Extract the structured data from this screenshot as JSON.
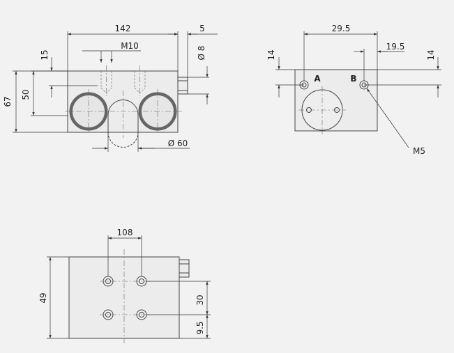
{
  "dimensions": {
    "front_width": "142",
    "front_offset_right": "5",
    "thread_label": "M10",
    "depth_15": "15",
    "diameter_8": "Ø 8",
    "height_67": "67",
    "height_50": "50",
    "diameter_60": "Ø 60",
    "side_width": "29.5",
    "side_offset": "19.5",
    "side_height_left": "14",
    "side_height_right": "14",
    "port_a": "A",
    "port_b": "B",
    "port_thread": "M5",
    "top_spacing": "108",
    "top_height": "49",
    "top_spacing_30": "30",
    "top_offset_9_5": "9.5"
  }
}
